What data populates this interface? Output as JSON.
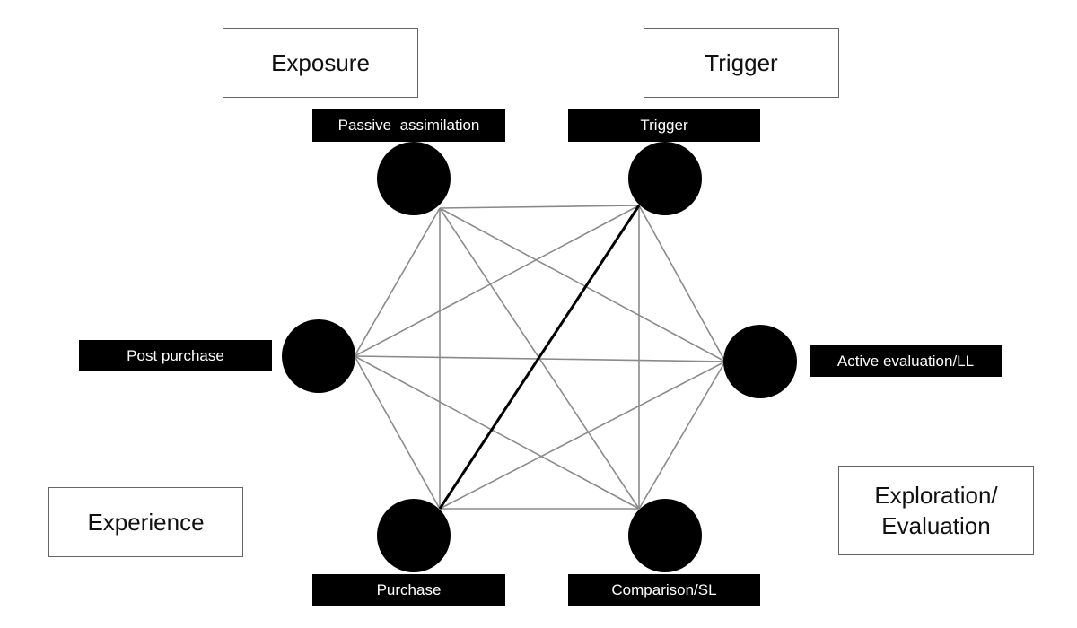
{
  "stages": {
    "exposure": "Exposure",
    "trigger": "Trigger",
    "experience": "Experience",
    "exploration_line1": "Exploration/",
    "exploration_line2": "Evaluation"
  },
  "nodes": {
    "passive_assimilation": "Passive  assimilation",
    "trigger": "Trigger",
    "post_purchase": "Post purchase",
    "active_evaluation": "Active evaluation/LL",
    "purchase": "Purchase",
    "comparison": "Comparison/SL"
  },
  "colors": {
    "node": "#000000",
    "edge": "#8a8a8a",
    "highlight_edge": "#000000"
  }
}
